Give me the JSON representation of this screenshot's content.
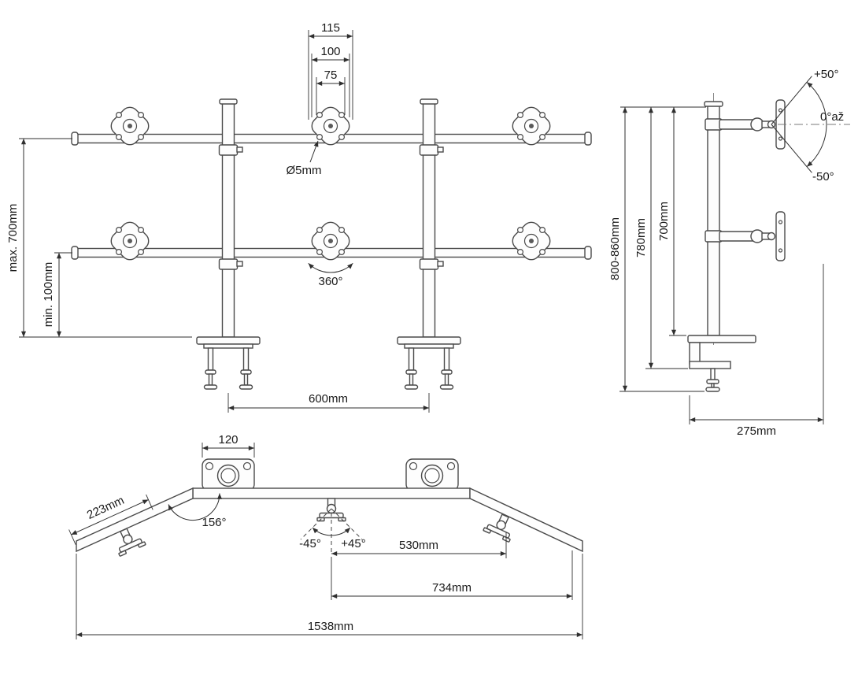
{
  "palette": {
    "background": "#ffffff",
    "line": "#4a4a4a"
  },
  "front_view": {
    "plate_width": "115",
    "hole_pitch_outer": "100",
    "hole_pitch_inner": "75",
    "hole_diameter": "Ø5mm",
    "max_height": "max. 700mm",
    "min_height": "min. 100mm",
    "rotation": "360°",
    "pole_spacing": "600mm"
  },
  "side_view": {
    "tilt_up": "+50°",
    "tilt_zero": "0°až",
    "tilt_down": "-50°",
    "overall_height": "800-860mm",
    "column_height": "780mm",
    "arm_height": "700mm",
    "depth": "275mm"
  },
  "top_view": {
    "head_width": "120",
    "arm_length": "223mm",
    "elbow_angle": "156°",
    "swivel_left": "-45°",
    "swivel_right": "+45°",
    "center_to_arm": "530mm",
    "center_to_end": "734mm",
    "total_width": "1538mm"
  }
}
